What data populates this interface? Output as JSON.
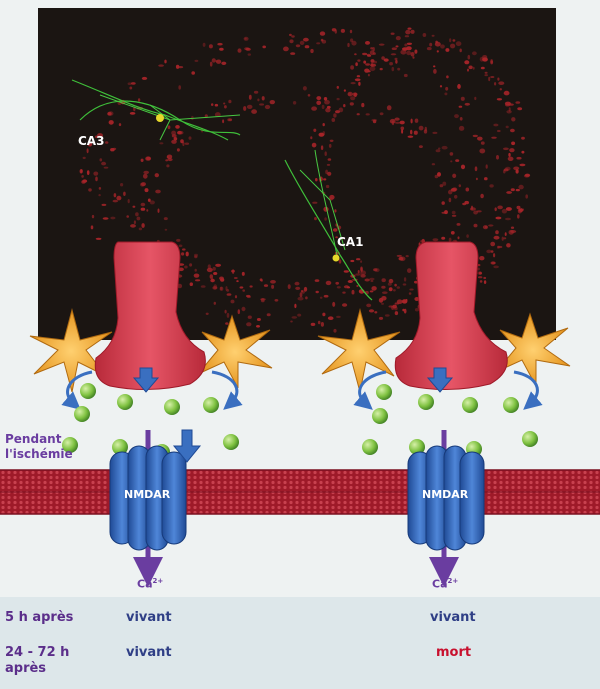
{
  "labels": {
    "ca3": "CA3",
    "ca1": "CA1",
    "pendant_line1": "Pendant",
    "pendant_line2": "l'ischémie",
    "nmdar": "NMDAR",
    "ca_ion": "Ca",
    "ca_charge": "2+"
  },
  "rows": [
    {
      "label_line1": "5 h après",
      "label_line2": "",
      "left": "vivant",
      "right": "vivant"
    },
    {
      "label_line1": "24 - 72 h",
      "label_line2": "après",
      "left": "vivant",
      "right": "mort"
    }
  ],
  "colors": {
    "membrane": "#a61b2b",
    "receptor": "#2f5fb3",
    "terminal": "#d33a4a",
    "astrocyte": "#f0a020",
    "glutamate": "#7fc241",
    "arrow": "#3a6fc0",
    "ion_arrow": "#6a3da0"
  }
}
